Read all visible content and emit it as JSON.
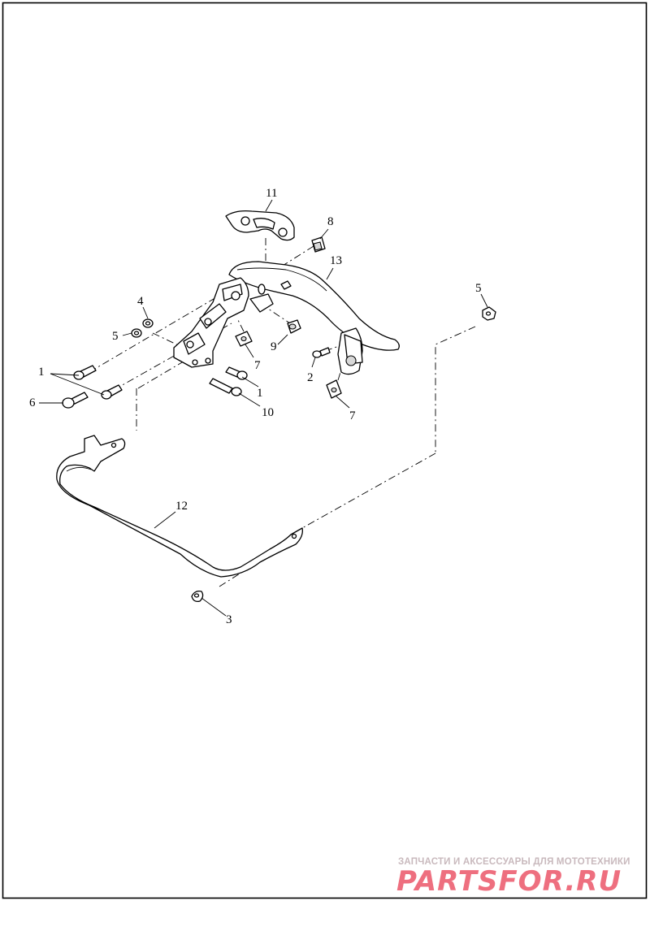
{
  "callouts": [
    {
      "id": "c11",
      "text": "11"
    },
    {
      "id": "c8",
      "text": "8"
    },
    {
      "id": "c13",
      "text": "13"
    },
    {
      "id": "c5a",
      "text": "5"
    },
    {
      "id": "c4",
      "text": "4"
    },
    {
      "id": "c5b",
      "text": "5"
    },
    {
      "id": "c7a",
      "text": "7"
    },
    {
      "id": "c9",
      "text": "9"
    },
    {
      "id": "c1a",
      "text": "1"
    },
    {
      "id": "c2",
      "text": "2"
    },
    {
      "id": "c1b",
      "text": "1"
    },
    {
      "id": "c6",
      "text": "6"
    },
    {
      "id": "c10",
      "text": "10"
    },
    {
      "id": "c7b",
      "text": "7"
    },
    {
      "id": "c12",
      "text": "12"
    },
    {
      "id": "c3",
      "text": "3"
    }
  ],
  "watermark": {
    "tagline": "ЗАПЧАСТИ И АКСЕССУАРЫ ДЛЯ МОТОТЕХНИКИ",
    "brand": "PARTSFOR.RU"
  },
  "colors": {
    "line": "#000000",
    "background": "#ffffff",
    "watermark_brand": "#ee6f7f",
    "watermark_tagline": "#c9b9bd"
  }
}
